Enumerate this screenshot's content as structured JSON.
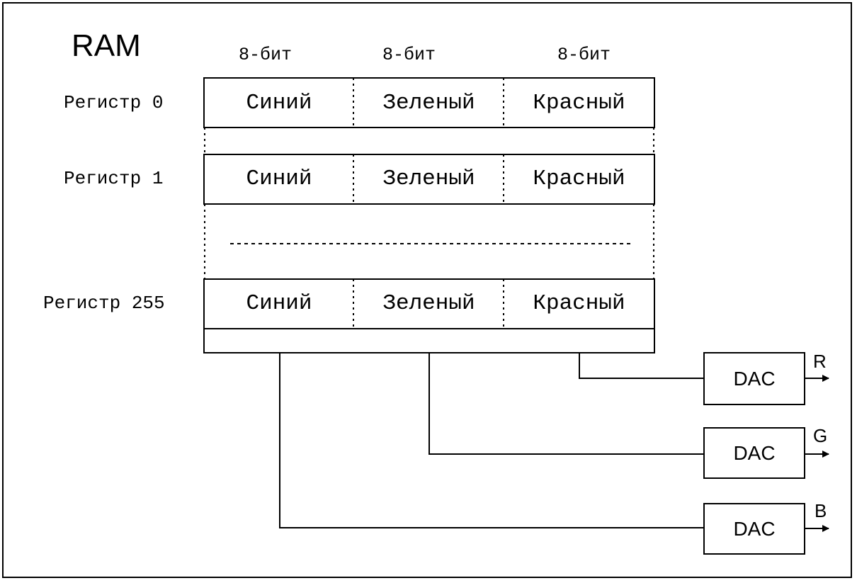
{
  "title": "RAM",
  "bit_labels": [
    "8-бит",
    "8-бит",
    "8-бит"
  ],
  "registers": [
    {
      "label": "Регистр 0",
      "cells": [
        "Синий",
        "Зеленый",
        "Красный"
      ]
    },
    {
      "label": "Регистр 1",
      "cells": [
        "Синий",
        "Зеленый",
        "Красный"
      ]
    },
    {
      "label": "Регистр 255",
      "cells": [
        "Синий",
        "Зеленый",
        "Красный"
      ]
    }
  ],
  "dacs": [
    {
      "label": "DAC",
      "output": "R"
    },
    {
      "label": "DAC",
      "output": "G"
    },
    {
      "label": "DAC",
      "output": "B"
    }
  ]
}
